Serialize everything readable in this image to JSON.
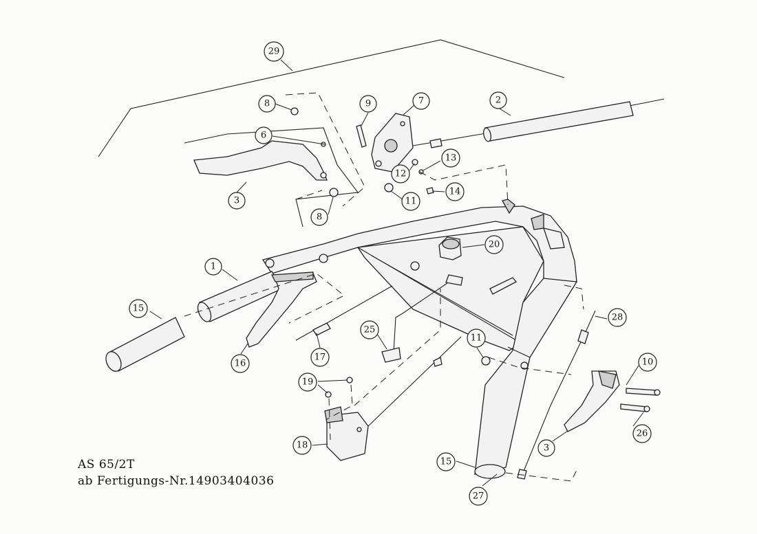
{
  "caption": {
    "model": "AS 65/2T",
    "serial": "ab Fertigungs-Nr.14903404036"
  },
  "callouts": [
    {
      "id": "c29",
      "label": "29"
    },
    {
      "id": "c8a",
      "label": "8"
    },
    {
      "id": "c9",
      "label": "9"
    },
    {
      "id": "c7",
      "label": "7"
    },
    {
      "id": "c2",
      "label": "2"
    },
    {
      "id": "c6",
      "label": "6"
    },
    {
      "id": "c13",
      "label": "13"
    },
    {
      "id": "c12",
      "label": "12"
    },
    {
      "id": "c3a",
      "label": "3"
    },
    {
      "id": "c14",
      "label": "14"
    },
    {
      "id": "c11a",
      "label": "11"
    },
    {
      "id": "c8b",
      "label": "8"
    },
    {
      "id": "c20",
      "label": "20"
    },
    {
      "id": "c1",
      "label": "1"
    },
    {
      "id": "c15a",
      "label": "15"
    },
    {
      "id": "c28",
      "label": "28"
    },
    {
      "id": "c25",
      "label": "25"
    },
    {
      "id": "c11b",
      "label": "11"
    },
    {
      "id": "c17",
      "label": "17"
    },
    {
      "id": "c16",
      "label": "16"
    },
    {
      "id": "c10",
      "label": "10"
    },
    {
      "id": "c19",
      "label": "19"
    },
    {
      "id": "c26",
      "label": "26"
    },
    {
      "id": "c18",
      "label": "18"
    },
    {
      "id": "c3b",
      "label": "3"
    },
    {
      "id": "c15b",
      "label": "15"
    },
    {
      "id": "c27",
      "label": "27"
    }
  ]
}
